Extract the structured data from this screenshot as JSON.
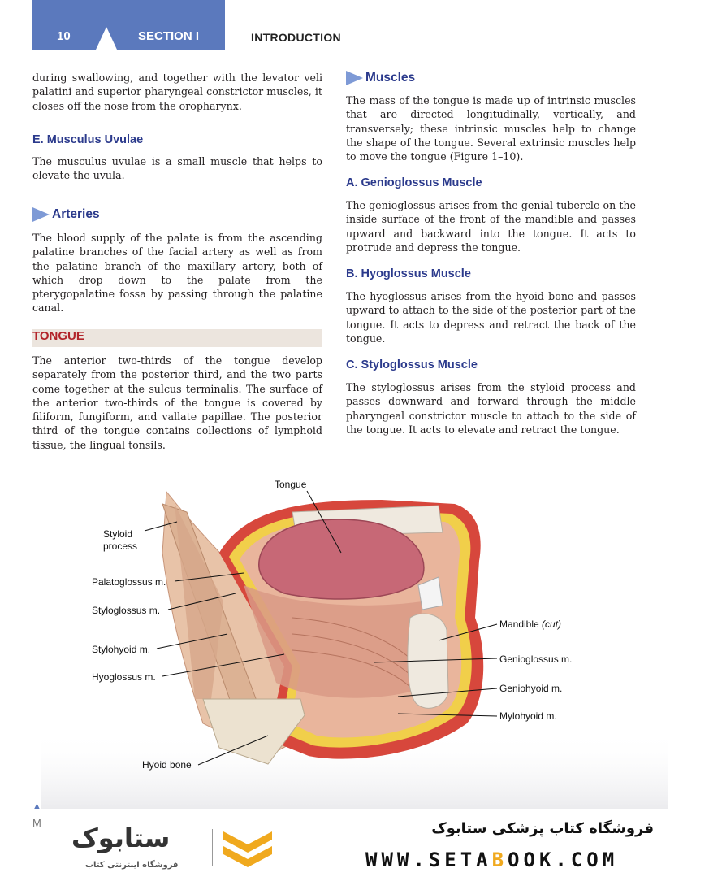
{
  "header": {
    "page_number": "10",
    "section": "SECTION I",
    "chapter": "INTRODUCTION"
  },
  "left": {
    "intro_para": "during swallowing, and together with the levator veli palatini and superior pharyngeal constrictor muscles, it closes off the nose from the oropharynx.",
    "uvulae_heading": "E. Musculus Uvulae",
    "uvulae_text": "The musculus uvulae is a small muscle that helps to elevate the uvula.",
    "arteries_heading": "Arteries",
    "arteries_text": "The blood supply of the palate is from the ascending palatine branches of the facial artery as well as from the palatine branch of the maxillary artery, both of which drop down to the palate from the pterygopalatine fossa by passing through the palatine canal.",
    "tongue_heading": "TONGUE",
    "tongue_text": "The anterior two-thirds of the tongue develop separately from the posterior third, and the two parts come together at the sulcus terminalis. The surface of the anterior two-thirds of the tongue is covered by filiform, fungiform, and vallate papillae. The posterior third of the tongue contains collections of lymphoid tissue, the lingual tonsils."
  },
  "right": {
    "muscles_heading": "Muscles",
    "muscles_text": "The mass of the tongue is made up of intrinsic muscles that are directed longitudinally, vertically, and transversely; these intrinsic muscles help to change the shape of the tongue. Several extrinsic muscles help to move the tongue (Figure 1–10).",
    "genio_heading": "A. Genioglossus Muscle",
    "genio_text": "The genioglossus arises from the genial tubercle on the inside surface of the front of the mandible and passes upward and backward into the tongue. It acts to protrude and depress the tongue.",
    "hyo_heading": "B. Hyoglossus Muscle",
    "hyo_text": "The hyoglossus arises from the hyoid bone and passes upward to attach to the side of the posterior part of the tongue. It acts to depress and retract the back of the tongue.",
    "stylo_heading": "C. Styloglossus Muscle",
    "stylo_text": "The styloglossus arises from the styloid process and passes downward and forward through the middle pharyngeal constrictor muscle to attach to the side of the tongue. It acts to elevate and retract the tongue."
  },
  "figure": {
    "labels": {
      "tongue": "Tongue",
      "styloid": "Styloid process",
      "palatoglossus": "Palatoglossus m.",
      "styloglossus": "Styloglossus m.",
      "stylohyoid": "Stylohyoid m.",
      "hyoglossus": "Hyoglossus m.",
      "hyoid": "Hyoid bone",
      "mandible": "Mandible",
      "mandible_note": "(cut)",
      "genioglossus": "Genioglossus m.",
      "geniohyoid": "Geniohyoid m.",
      "mylohyoid": "Mylohyoid m."
    }
  },
  "footer": {
    "store_name_fa": "فروشگاه کتاب پزشکی ستابوک",
    "url_part1": "WWW.SETA",
    "url_o": "B",
    "url_part2": "OOK.COM",
    "logo_text": "ستابوک",
    "logo_sub": "فروشگاه اینترنتی کتاب",
    "bleed_char": "M"
  },
  "colors": {
    "accent_blue": "#5b79bd",
    "heading_blue": "#2b3a8c",
    "tongue_red": "#b2242a"
  }
}
